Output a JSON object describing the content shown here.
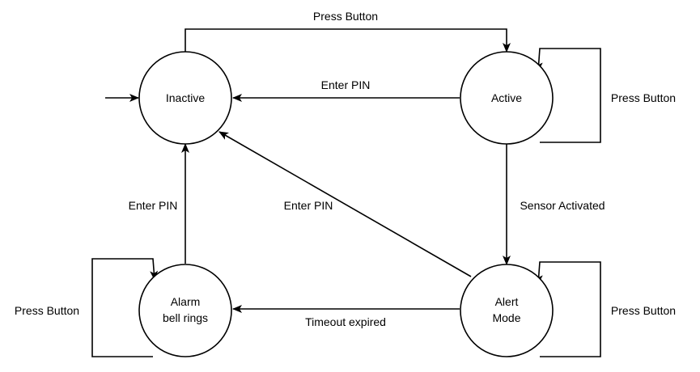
{
  "states": {
    "inactive": {
      "label": [
        "Inactive"
      ]
    },
    "active": {
      "label": [
        "Active"
      ]
    },
    "alarm": {
      "label": [
        "Alarm",
        "bell rings"
      ]
    },
    "alert": {
      "label": [
        "Alert",
        "Mode"
      ]
    }
  },
  "transitions": {
    "inactive_to_active": "Press Button",
    "active_to_inactive": "Enter PIN",
    "active_self_loop": "Press Button",
    "active_to_alert": "Sensor Activated",
    "alert_to_inactive": "Enter PIN",
    "alarm_to_inactive": "Enter PIN",
    "alert_to_alarm": "Timeout expired",
    "alert_self_loop": "Press Button",
    "alarm_self_loop": "Press Button"
  },
  "start_state": "inactive",
  "colors": {
    "stroke": "#000000",
    "fill": "#ffffff"
  }
}
